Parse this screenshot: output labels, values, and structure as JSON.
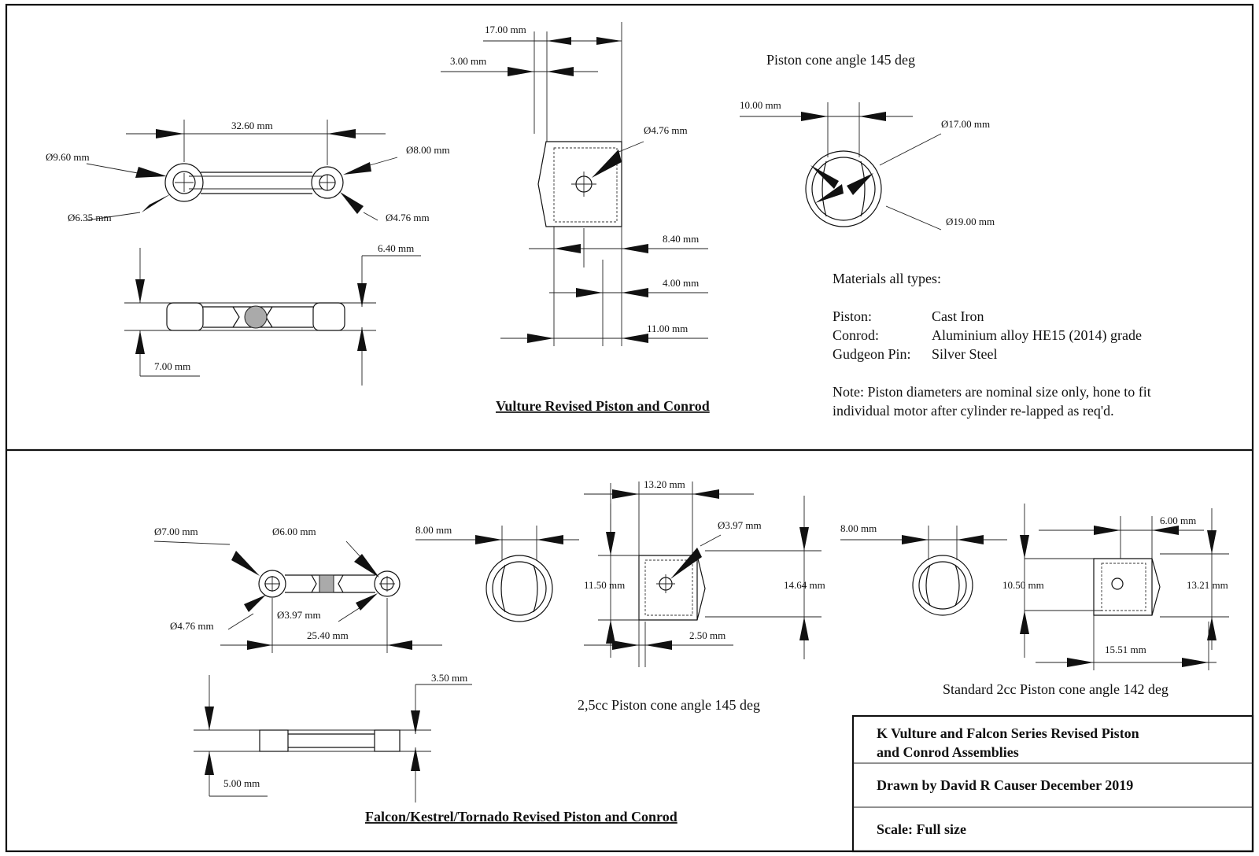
{
  "top": {
    "vulture_title": "Vulture Revised Piston and Conrod",
    "cone_note": "Piston cone angle 145 deg",
    "dims": {
      "d_9_60": "Ø9.60 mm",
      "d_6_35": "Ø6.35 mm",
      "len_32_60": "32.60 mm",
      "d_8_00": "Ø8.00 mm",
      "d_4_76_rod": "Ø4.76 mm",
      "w_6_40": "6.40 mm",
      "w_7_00": "7.00 mm",
      "p_17_00": "17.00 mm",
      "p_3_00": "3.00 mm",
      "pin_4_76": "Ø4.76 mm",
      "p_8_40": "8.40 mm",
      "p_4_00": "4.00 mm",
      "p_11_00": "11.00 mm",
      "c_10_00": "10.00 mm",
      "c_17_00": "Ø17.00 mm",
      "c_19_00": "Ø19.00 mm"
    },
    "materials": {
      "heading": "Materials all types:",
      "rows": [
        {
          "k": "Piston:",
          "v": "Cast Iron"
        },
        {
          "k": "Conrod:",
          "v": "Aluminium alloy HE15 (2014) grade"
        },
        {
          "k": "Gudgeon Pin:",
          "v": "Silver Steel"
        }
      ],
      "note1": "Note: Piston diameters are nominal size only, hone to fit",
      "note2": "individual motor after cylinder re-lapped as req'd."
    }
  },
  "bottom": {
    "falcon_title": "Falcon/Kestrel/Tornado Revised Piston and Conrod",
    "cone_25": "2,5cc Piston cone angle 145 deg",
    "cone_std": "Standard 2cc Piston cone angle 142 deg",
    "dims": {
      "d_7_00": "Ø7.00 mm",
      "d_6_00": "Ø6.00 mm",
      "d_4_76": "Ø4.76 mm",
      "d_3_97": "Ø3.97 mm",
      "len_25_40": "25.40 mm",
      "w_3_50": "3.50 mm",
      "w_5_00": "5.00 mm",
      "a_8_00": "8.00 mm",
      "a_13_20": "13.20 mm",
      "a_3_97": "Ø3.97 mm",
      "a_11_50": "11.50 mm",
      "a_14_64": "14.64 mm",
      "a_2_50": "2.50 mm",
      "b_8_00": "8.00 mm",
      "b_6_00": "6.00 mm",
      "b_10_50": "10.50 mm",
      "b_13_21": "13.21 mm",
      "b_15_51": "15.51 mm"
    }
  },
  "title_block": {
    "line1": "K Vulture and Falcon Series Revised Piston",
    "line2": "and Conrod Assemblies",
    "drawn": "Drawn by David R Causer December 2019",
    "scale": "Scale: Full size"
  }
}
